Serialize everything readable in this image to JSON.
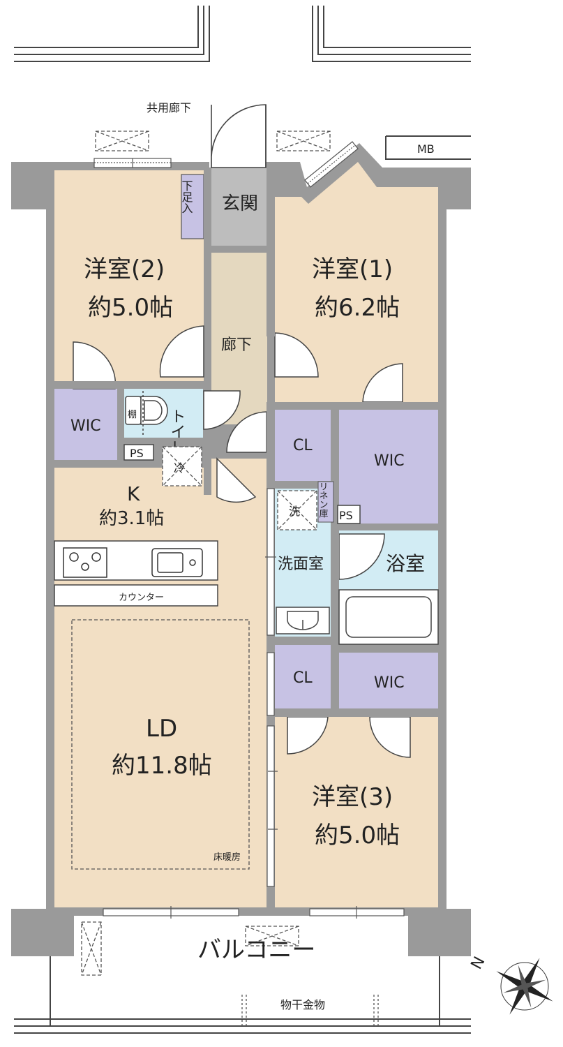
{
  "labels": {
    "corridor_common": "共用廊下",
    "mb": "MB",
    "entrance": "玄関",
    "shoe_storage": "下足入",
    "room2_name": "洋室(2)",
    "room2_size": "約5.0帖",
    "room1_name": "洋室(1)",
    "room1_size": "約6.2帖",
    "hallway": "廊下",
    "wic": "WIC",
    "toilet": "トイレ",
    "shelf": "棚",
    "ps": "PS",
    "fridge": "冷",
    "cl": "CL",
    "kitchen_name": "K",
    "kitchen_size": "約3.1帖",
    "linen": "リネン庫",
    "wash_machine": "洗",
    "washroom": "洗面室",
    "bathroom": "浴室",
    "counter": "カウンター",
    "ld_name": "LD",
    "ld_size": "約11.8帖",
    "floor_heating": "床暖房",
    "room3_name": "洋室(3)",
    "room3_size": "約5.0帖",
    "balcony": "バルコニー",
    "drying_rack": "物干金物",
    "north": "N"
  },
  "colors": {
    "wall": "#9a9a9a",
    "wall_dark": "#7d7d7d",
    "room_floor": "#f2dfc4",
    "hallway_floor": "#e4d8bf",
    "storage": "#c7c2e4",
    "wet_area": "#d2ecf4",
    "entrance_floor": "#bdbdbd",
    "line": "#444444"
  }
}
